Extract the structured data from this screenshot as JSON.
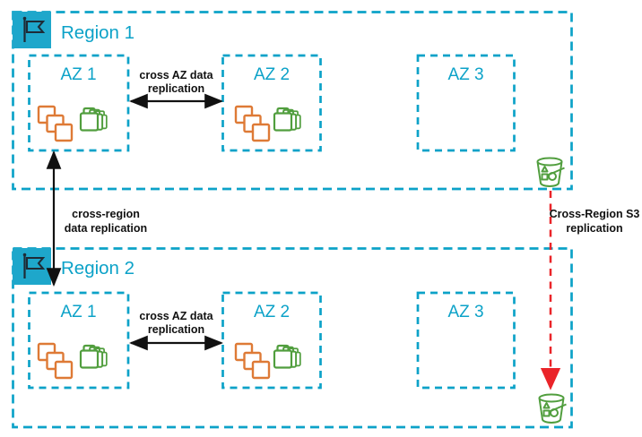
{
  "regions": [
    {
      "name": "Region 1",
      "azs": [
        "AZ 1",
        "AZ 2",
        "AZ 3"
      ]
    },
    {
      "name": "Region 2",
      "azs": [
        "AZ 1",
        "AZ 2",
        "AZ 3"
      ]
    }
  ],
  "labels": {
    "cross_az_r1_line1": "cross AZ data",
    "cross_az_r1_line2": "replication",
    "cross_az_r2_line1": "cross AZ data",
    "cross_az_r2_line2": "replication",
    "cross_region_line1": "cross-region",
    "cross_region_line2": "data replication",
    "s3_line1": "Cross-Region S3",
    "s3_line2": "replication"
  },
  "icons": {
    "region_flag": "region-flag-icon",
    "instance_stack": "instance-stack-icon",
    "bucket_stack": "bucket-stack-icon",
    "s3_bucket": "s3-bucket-icon"
  },
  "colors": {
    "aws_blue": "#0CA2C8",
    "flag_square_teal": "#1EA7CB",
    "instances_orange": "#DE7A36",
    "s3_green": "#519E3E",
    "replication_red": "#EA2429",
    "label_black": "#111111"
  }
}
